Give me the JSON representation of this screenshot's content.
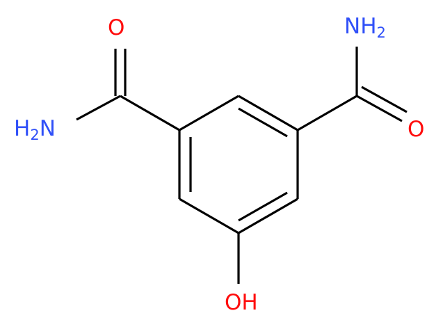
{
  "atoms": {
    "o_left": {
      "symbol": "O",
      "color": "#ff0d0d"
    },
    "n_left": {
      "symbol": "H2N",
      "main": "H",
      "sub": "2",
      "tail": "N",
      "color": "#3050f8"
    },
    "n_right": {
      "symbol": "NH2",
      "main": "NH",
      "sub": "2",
      "color": "#3050f8"
    },
    "o_right": {
      "symbol": "O",
      "color": "#ff0d0d"
    },
    "oh": {
      "symbol": "OH",
      "color": "#ff0d0d"
    }
  },
  "bond_color": "#000000"
}
